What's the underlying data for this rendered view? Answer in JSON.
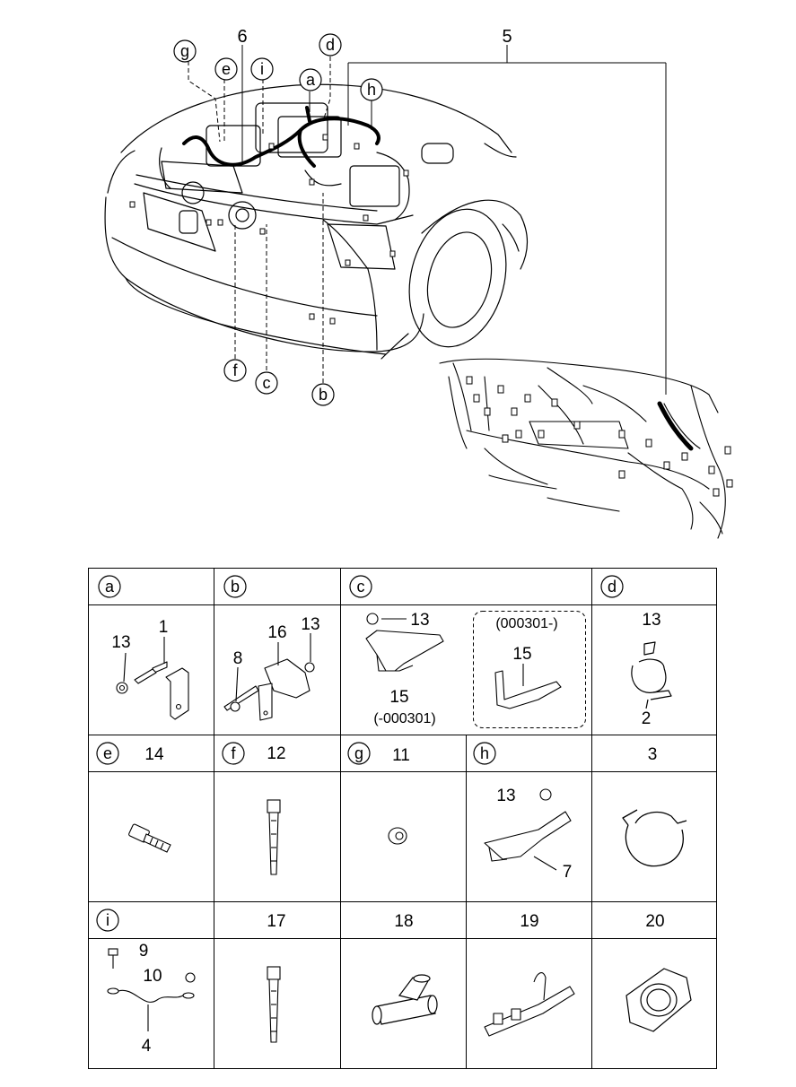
{
  "overview_callouts": {
    "g": "g",
    "e": "e",
    "six": "6",
    "i": "i",
    "a": "a",
    "d": "d",
    "h": "h",
    "five": "5",
    "f": "f",
    "c": "c",
    "b": "b"
  },
  "table": {
    "row1": {
      "a": {
        "letter": "a",
        "parts": [
          "13",
          "1"
        ]
      },
      "b": {
        "letter": "b",
        "parts": [
          "16",
          "13",
          "8"
        ]
      },
      "c": {
        "letter": "c",
        "parts": [
          "13",
          "15",
          "(-000301)"
        ],
        "variant": {
          "label": "(000301-)",
          "part": "15"
        }
      },
      "d": {
        "letter": "d",
        "parts": [
          "13",
          "2"
        ]
      }
    },
    "row2": {
      "e": {
        "letter": "e",
        "part": "14"
      },
      "f": {
        "letter": "f",
        "part": "12"
      },
      "g": {
        "letter": "g",
        "part": "11"
      },
      "h": {
        "letter": "h",
        "parts": [
          "13",
          "7"
        ]
      },
      "plain": {
        "part": "3"
      }
    },
    "row3": {
      "i": {
        "letter": "i",
        "parts": [
          "9",
          "10",
          "4"
        ]
      },
      "p17": {
        "part": "17"
      },
      "p18": {
        "part": "18"
      },
      "p19": {
        "part": "19"
      },
      "p20": {
        "part": "20"
      }
    }
  }
}
